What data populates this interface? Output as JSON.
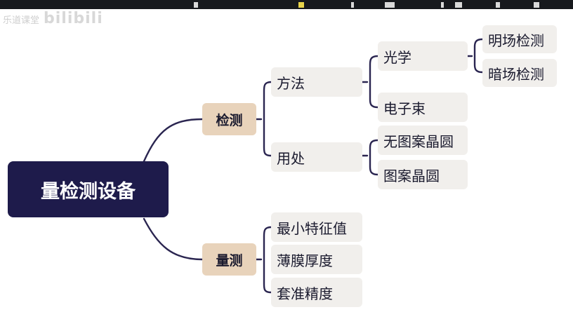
{
  "watermark": {
    "brand": "bilibili",
    "prefix": "乐道课堂"
  },
  "colors": {
    "line": "#2a2550",
    "root_bg": "#1e1b4b",
    "branch_bg": "#e8d3bb",
    "leaf_bg": "#f1efec"
  },
  "mindmap": {
    "root": "量检测设备",
    "branches": [
      {
        "label": "检测",
        "children": [
          {
            "label": "方法",
            "children": [
              {
                "label": "光学",
                "children": [
                  {
                    "label": "明场检测"
                  },
                  {
                    "label": "暗场检测"
                  }
                ]
              },
              {
                "label": "电子束"
              }
            ]
          },
          {
            "label": "用处",
            "children": [
              {
                "label": "无图案晶圆"
              },
              {
                "label": "图案晶圆"
              }
            ]
          }
        ]
      },
      {
        "label": "量测",
        "children": [
          {
            "label": "最小特征值"
          },
          {
            "label": "薄膜厚度"
          },
          {
            "label": "套准精度"
          }
        ]
      }
    ]
  }
}
